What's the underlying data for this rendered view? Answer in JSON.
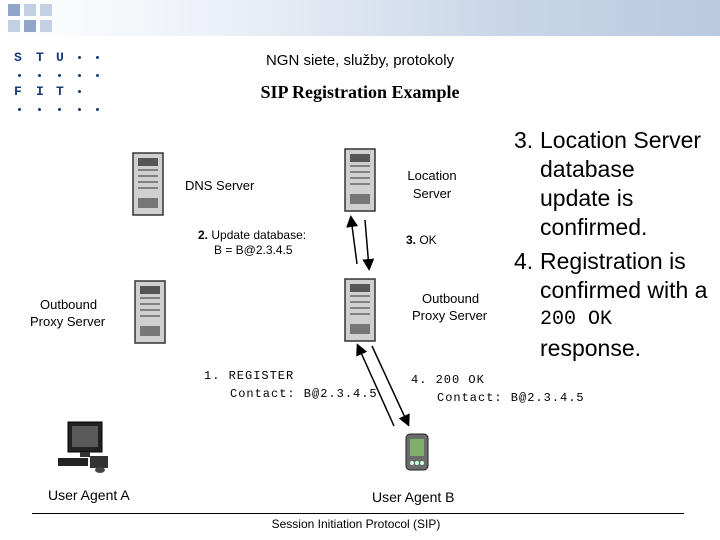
{
  "header": {
    "course_title": "NGN siete, služby, protokoly",
    "slide_title": "SIP Registration Example"
  },
  "logo": {
    "row1": [
      "S",
      "T",
      "U"
    ],
    "row2": [
      "F",
      "I",
      "T"
    ]
  },
  "diagram": {
    "dns_server": "DNS Server",
    "location_server": [
      "Location",
      "Server"
    ],
    "outbound_proxy_left": [
      "Outbound",
      "Proxy Server"
    ],
    "outbound_proxy_right": [
      "Outbound",
      "Proxy Server"
    ],
    "step2_num": "2.",
    "step2_text": " Update database:",
    "step2_line2": "B = B@2.3.4.5",
    "step3_num": "3.",
    "step3_text": " OK",
    "step1_line1": "1. REGISTER",
    "step1_line2": "Contact: B@2.3.4.5",
    "step4_line1": "4. 200 OK",
    "step4_line2": "Contact: B@2.3.4.5",
    "user_agent_a": "User Agent A",
    "user_agent_b": "User Agent B"
  },
  "bullets": {
    "b3_num": "3.",
    "b3_l1": "Location Server",
    "b3_l2": "database",
    "b3_l3": "update is",
    "b3_l4": "confirmed.",
    "b4_num": "4.",
    "b4_l1": "Registration is",
    "b4_l2": "confirmed with a",
    "b4_l3": "200 OK",
    "b4_l4": "response."
  },
  "footer": {
    "text": "Session Initiation Protocol (SIP)"
  }
}
